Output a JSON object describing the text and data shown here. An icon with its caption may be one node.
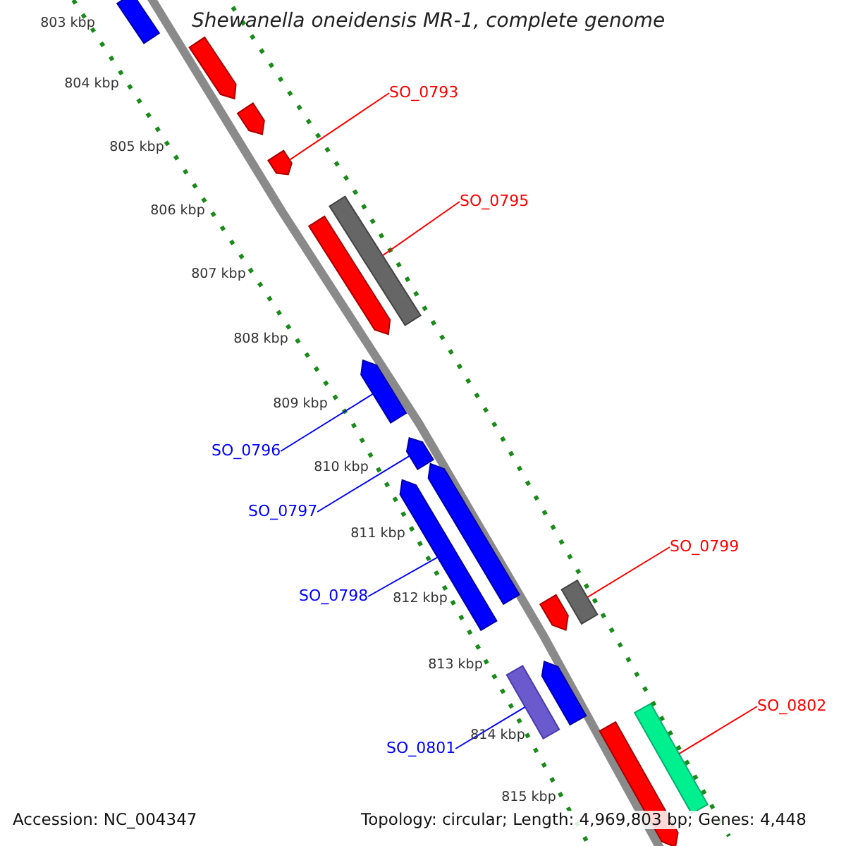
{
  "diagram": {
    "title": "Shewanella oneidensis MR-1, complete genome",
    "nodes": [
      {
        "text": [
          "SO_0793"
        ]
      },
      {
        "text": [
          "SO_0795"
        ]
      },
      {
        "text": [
          "SO_0796"
        ]
      },
      {
        "text": [
          "SO_0797"
        ]
      },
      {
        "text": [
          "SO_0798"
        ]
      },
      {
        "text": [
          "SO_0799"
        ]
      },
      {
        "text": [
          "SO_0801"
        ]
      },
      {
        "text": [
          "SO_0802"
        ]
      },
      {
        "text": [],
        "shape": "bar"
      },
      {
        "text": [],
        "shape": "bar"
      },
      {
        "text": [],
        "shape": "bar"
      },
      {
        "text": [],
        "shape": "bar"
      },
      {
        "text": [],
        "shape": "bar"
      },
      {
        "text": [],
        "shape": "bar"
      },
      {
        "text": [],
        "shape": "bar"
      },
      {
        "text": [],
        "shape": "bar"
      },
      {
        "text": [],
        "shape": "bar"
      },
      {
        "text": [],
        "shape": "bar"
      },
      {
        "text": [],
        "shape": "bar"
      },
      {
        "text": [],
        "shape": "bar"
      },
      {
        "text": [],
        "shape": "bar"
      },
      {
        "text": [],
        "shape": "bar"
      },
      {
        "text": [],
        "shape": "bar"
      },
      {
        "text": [],
        "shape": "bar"
      }
    ],
    "edges": [
      {
        "from": 0,
        "to": 11,
        "arrow": "none"
      },
      {
        "from": 1,
        "to": 12,
        "arrow": "none"
      },
      {
        "from": 2,
        "to": 14,
        "arrow": "none",
        "color": "#0000ff"
      },
      {
        "from": 3,
        "to": 15,
        "arrow": "none",
        "color": "#0000ff"
      },
      {
        "from": 4,
        "to": 17,
        "arrow": "none",
        "color": "#0000ff"
      },
      {
        "from": 5,
        "to": 18,
        "arrow": "none"
      },
      {
        "from": 6,
        "to": 21,
        "arrow": "none",
        "color": "#0000ff"
      },
      {
        "from": 7,
        "to": 22,
        "arrow": "none"
      }
    ],
    "labels": [
      "803 kbp",
      "804 kbp",
      "805 kbp",
      "806 kbp",
      "807 kbp",
      "808 kbp",
      "809 kbp",
      "810 kbp",
      "811 kbp",
      "812 kbp",
      "813 kbp",
      "814 kbp",
      "815 kbp",
      "Accession: NC_004347",
      "Topology: circular; Length: 4,969,803 bp; Genes: 4,448"
    ]
  }
}
